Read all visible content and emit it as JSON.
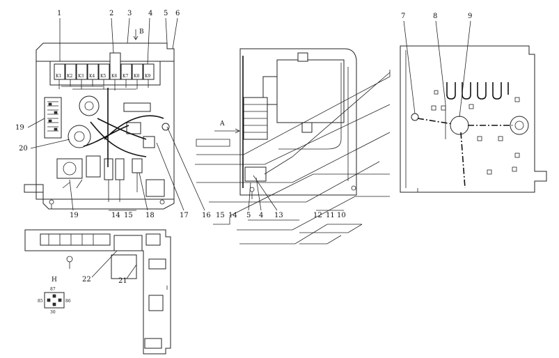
{
  "callouts": {
    "n1": "1",
    "n2": "2",
    "n3": "3",
    "n4": "4",
    "n5": "5",
    "n6": "6",
    "n7": "7",
    "n8": "8",
    "n9": "9",
    "n10": "10",
    "n11": "11",
    "n12": "12",
    "n13": "13",
    "n14a": "14",
    "n14b": "14",
    "n15a": "15",
    "n15b": "15",
    "n16": "16",
    "n17": "17",
    "n18": "18",
    "n19a": "19",
    "n19b": "19",
    "n20": "20",
    "n21": "21",
    "n22": "22",
    "n4b": "4",
    "n5b": "5"
  },
  "view_labels": {
    "b": "B",
    "a": "A",
    "h": "H"
  },
  "relay_labels": [
    "K1",
    "K2",
    "K3",
    "K4",
    "K5",
    "K6",
    "K7",
    "K8",
    "K9"
  ],
  "relay_h_pins": {
    "p87": "87",
    "p85": "85",
    "p86": "86",
    "p30": "30"
  }
}
